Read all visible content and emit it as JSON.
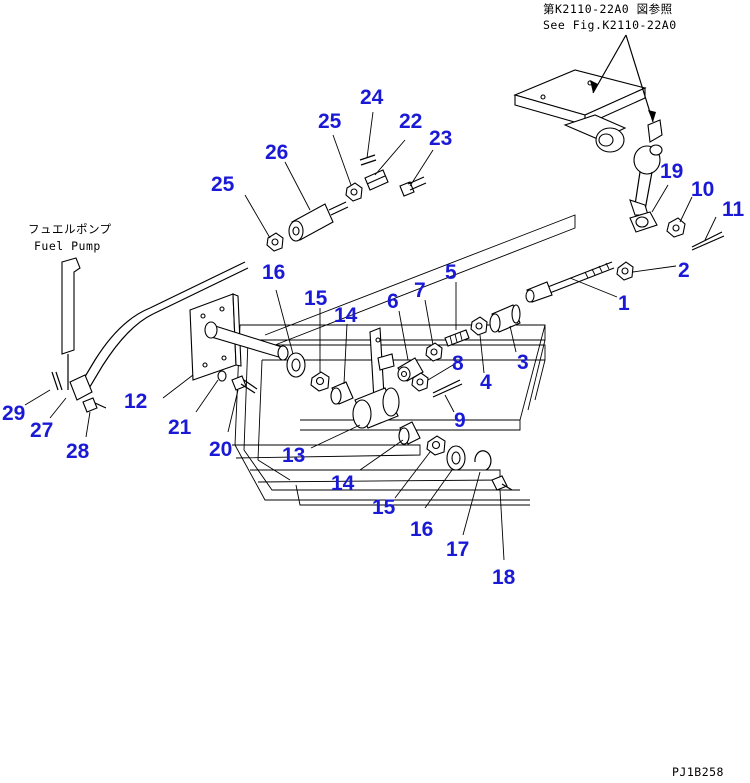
{
  "references": {
    "see_fig_jp": "第K2110-22A0 図参照",
    "see_fig_en": "See Fig.K2110-22A0",
    "fuel_pump_jp": "フュエルポンプ",
    "fuel_pump_en": "Fuel Pump",
    "drawing_code": "PJ1B258"
  },
  "callouts": [
    {
      "id": "c1",
      "label": "1"
    },
    {
      "id": "c2",
      "label": "2"
    },
    {
      "id": "c3",
      "label": "3"
    },
    {
      "id": "c4",
      "label": "4"
    },
    {
      "id": "c5",
      "label": "5"
    },
    {
      "id": "c6",
      "label": "6"
    },
    {
      "id": "c7",
      "label": "7"
    },
    {
      "id": "c8",
      "label": "8"
    },
    {
      "id": "c9",
      "label": "9"
    },
    {
      "id": "c10",
      "label": "10"
    },
    {
      "id": "c11",
      "label": "11"
    },
    {
      "id": "c12",
      "label": "12"
    },
    {
      "id": "c13",
      "label": "13"
    },
    {
      "id": "c14a",
      "label": "14"
    },
    {
      "id": "c14b",
      "label": "14"
    },
    {
      "id": "c15a",
      "label": "15"
    },
    {
      "id": "c15b",
      "label": "15"
    },
    {
      "id": "c16a",
      "label": "16"
    },
    {
      "id": "c16b",
      "label": "16"
    },
    {
      "id": "c17",
      "label": "17"
    },
    {
      "id": "c18",
      "label": "18"
    },
    {
      "id": "c19",
      "label": "19"
    },
    {
      "id": "c20",
      "label": "20"
    },
    {
      "id": "c21",
      "label": "21"
    },
    {
      "id": "c22",
      "label": "22"
    },
    {
      "id": "c23",
      "label": "23"
    },
    {
      "id": "c24",
      "label": "24"
    },
    {
      "id": "c25a",
      "label": "25"
    },
    {
      "id": "c25b",
      "label": "25"
    },
    {
      "id": "c26",
      "label": "26"
    },
    {
      "id": "c27",
      "label": "27"
    },
    {
      "id": "c28",
      "label": "28"
    },
    {
      "id": "c29",
      "label": "29"
    }
  ]
}
